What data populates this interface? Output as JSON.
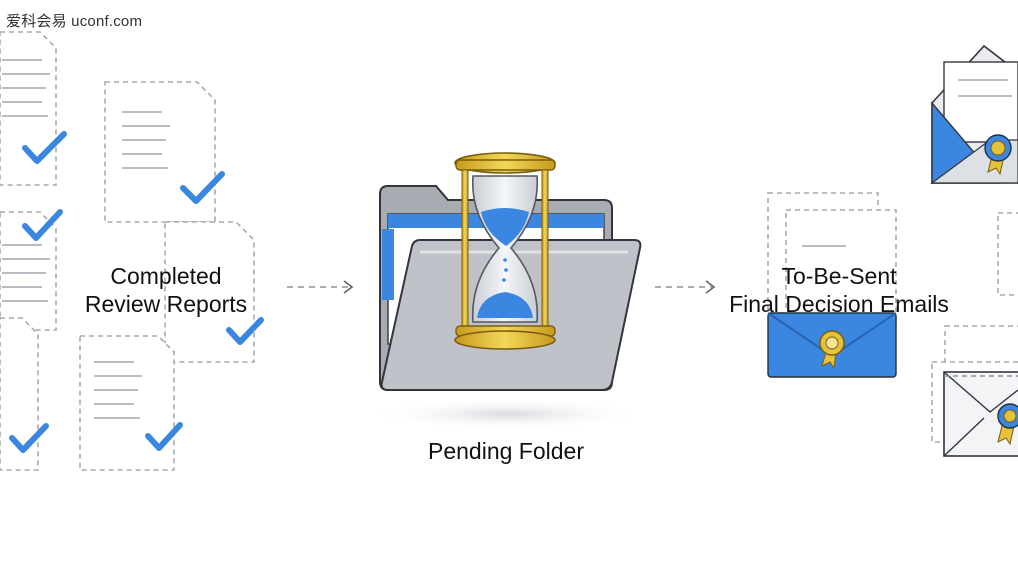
{
  "watermark": {
    "text": "爱科会易 uconf.com"
  },
  "nodes": {
    "completed": {
      "line1": "Completed",
      "line2": "Review Reports"
    },
    "pending": {
      "label": "Pending Folder"
    },
    "to_be_sent": {
      "line1": "To-Be-Sent",
      "line2": "Final Decision Emails"
    }
  },
  "colors": {
    "accent_blue": "#3a86e0",
    "gold": "#e4c23b",
    "folder_gray": "#a7abb2",
    "dashed_line": "#8c8f96",
    "text": "#111111"
  },
  "icons": [
    "document-icon",
    "checkmark-icon",
    "folder-icon",
    "hourglass-icon",
    "envelope-icon",
    "seal-icon",
    "arrow-right-icon"
  ]
}
